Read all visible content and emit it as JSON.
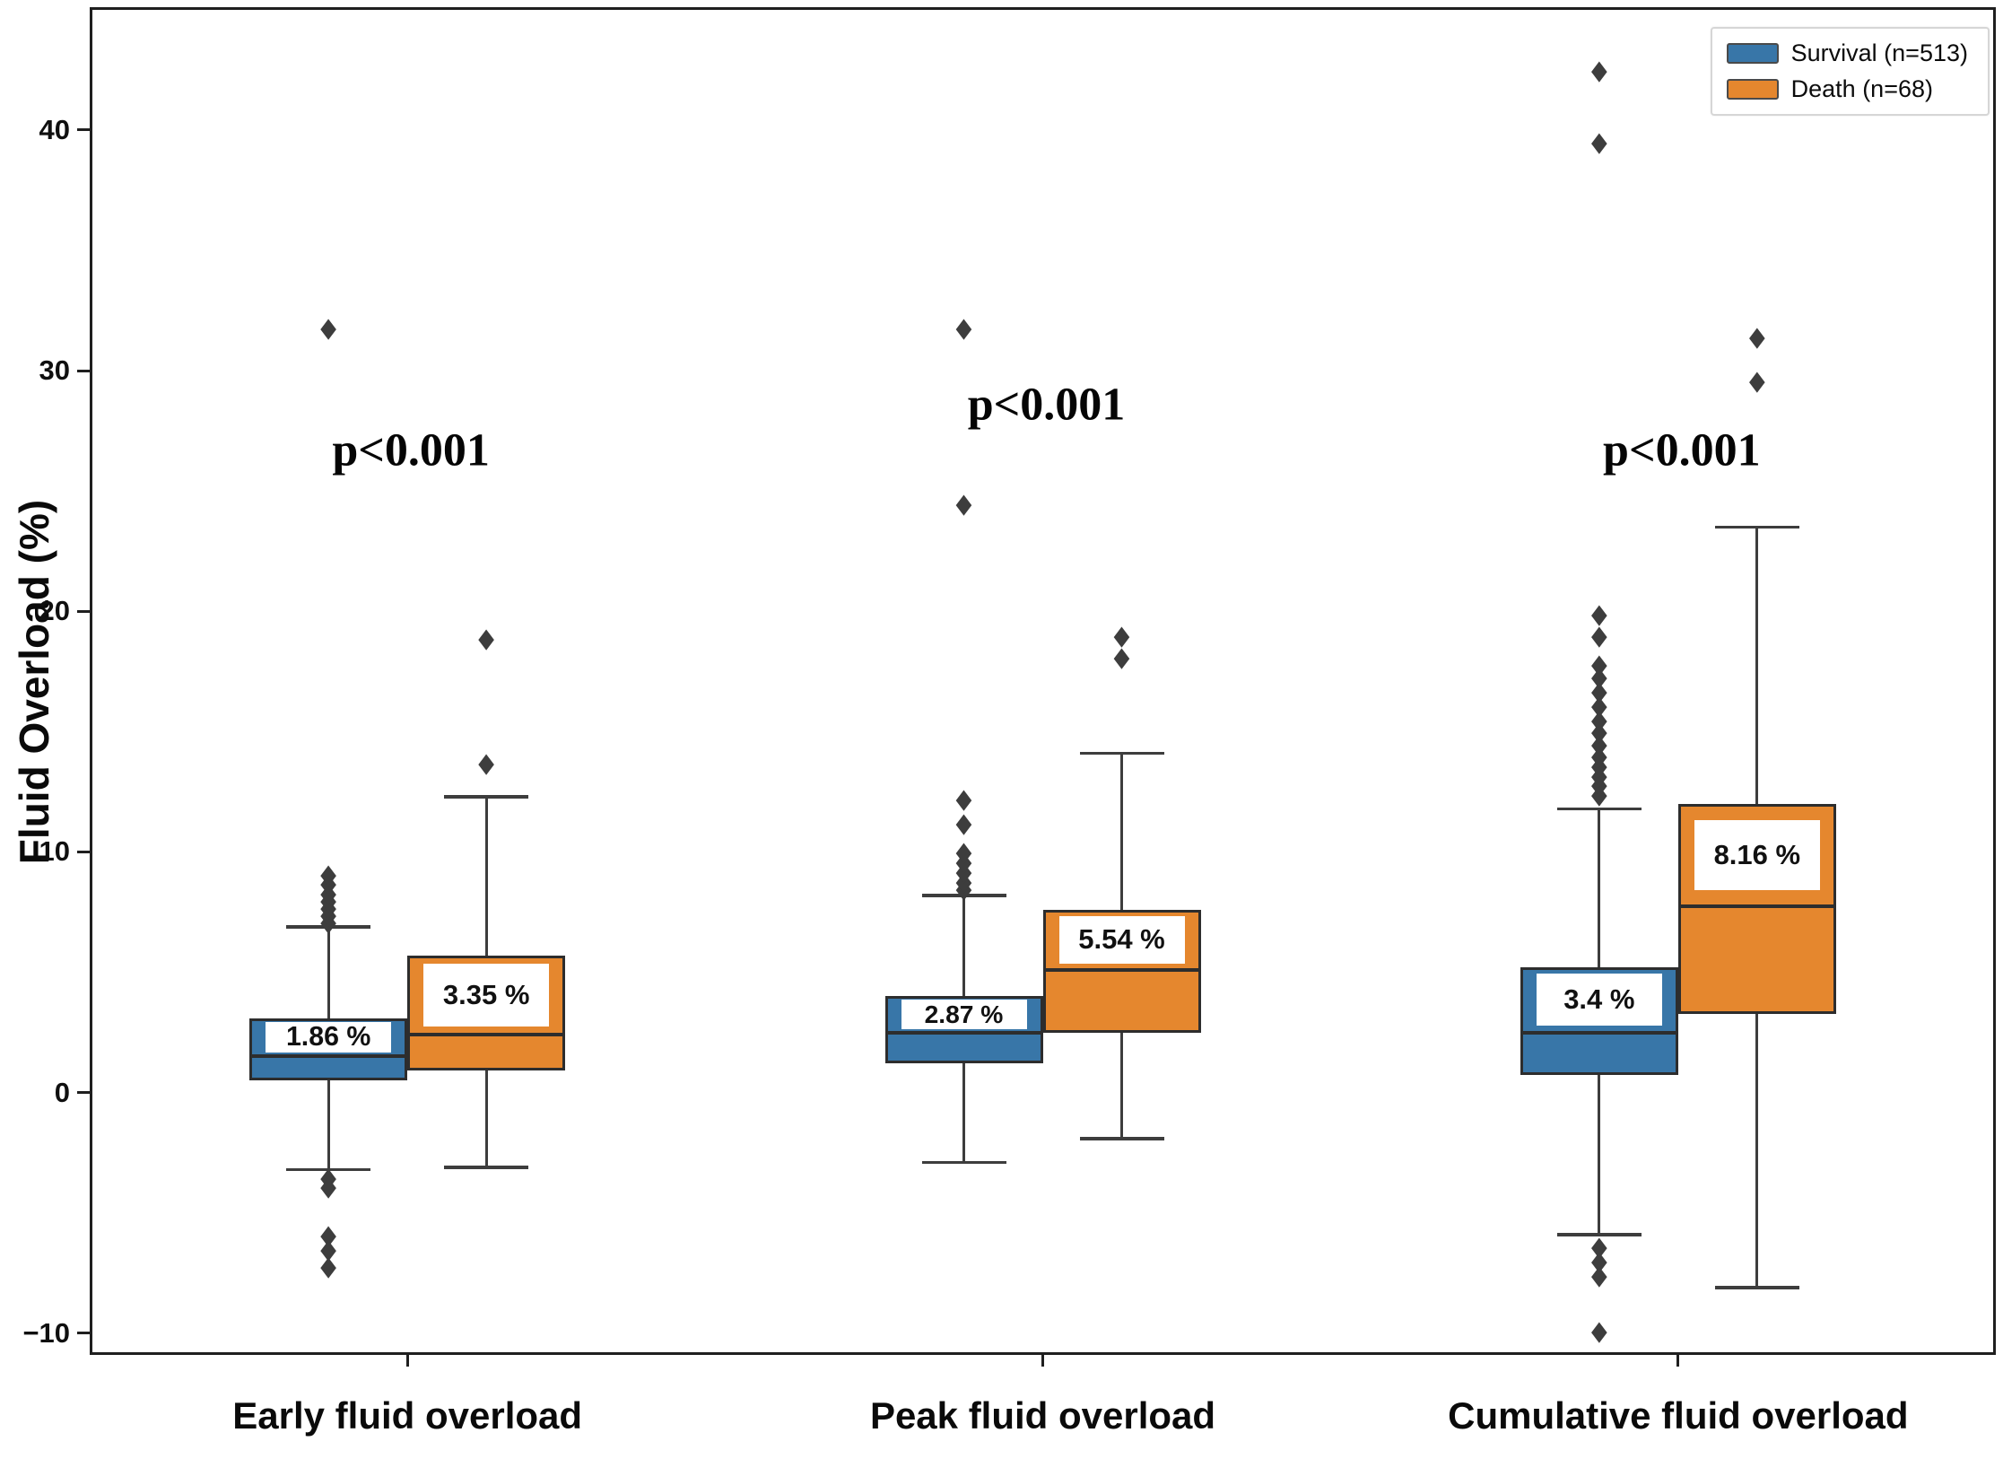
{
  "figure": {
    "icons": {
      "outlier": "◆"
    },
    "colors": {
      "survival": "#3876a8",
      "death": "#e5872e",
      "outlier": "#3d3d3d",
      "box_edge": "#2d2d2d",
      "spine": "#1f1f1f"
    },
    "y_ticks": [
      {
        "label": "40",
        "value": 40
      },
      {
        "label": "30",
        "value": 30
      },
      {
        "label": "20",
        "value": 20
      },
      {
        "label": "10",
        "value": 10
      },
      {
        "label": "0",
        "value": 0
      },
      {
        "label": "−10",
        "value": -10
      }
    ],
    "legend": [
      {
        "series": "survival",
        "label": "Survival (n=513)"
      },
      {
        "series": "death",
        "label": "Death (n=68)"
      }
    ]
  },
  "chart_data": {
    "type": "grouped_boxplot",
    "title": "",
    "ylabel": "Fluid Overload (%)",
    "xlabel": "",
    "ylim": [
      -10.9,
      45.1
    ],
    "grid": false,
    "legend_position": "upper right",
    "categories": [
      "Early fluid overload",
      "Peak fluid overload",
      "Cumulative fluid overload"
    ],
    "p_values": [
      "p<0.001",
      "p<0.001",
      "p<0.001"
    ],
    "p_value_y": [
      26.7,
      28.6,
      26.7
    ],
    "series": [
      {
        "name": "Survival (n=513)",
        "color": "#3876a8",
        "boxes": [
          {
            "category": "Early fluid overload",
            "whisker_low": -3.2,
            "q1": 0.5,
            "median": 1.5,
            "q3": 3.1,
            "whisker_high": 6.9,
            "label": "1.86 %",
            "outliers": [
              7.1,
              7.4,
              7.7,
              8.0,
              8.3,
              8.7,
              9.1,
              31.8,
              -3.5,
              -3.9,
              -5.9,
              -6.5,
              -7.2
            ]
          },
          {
            "category": "Peak fluid overload",
            "whisker_low": -2.9,
            "q1": 1.2,
            "median": 2.5,
            "q3": 4.0,
            "whisker_high": 8.2,
            "label": "2.87 %",
            "outliers": [
              8.5,
              8.8,
              9.2,
              9.6,
              10.0,
              11.2,
              12.2,
              24.5,
              31.8
            ]
          },
          {
            "category": "Cumulative fluid overload",
            "whisker_low": -5.9,
            "q1": 0.75,
            "median": 2.5,
            "q3": 5.2,
            "whisker_high": 11.8,
            "label": "3.4 %",
            "outliers": [
              12.4,
              12.8,
              13.2,
              13.6,
              14.0,
              14.5,
              15.0,
              15.5,
              16.1,
              16.7,
              17.3,
              17.8,
              19.0,
              19.9,
              39.5,
              42.5,
              -6.4,
              -7.0,
              -7.6,
              -9.9
            ]
          }
        ]
      },
      {
        "name": "Death (n=68)",
        "color": "#e5872e",
        "boxes": [
          {
            "category": "Early fluid overload",
            "whisker_low": -3.1,
            "q1": 0.9,
            "median": 2.4,
            "q3": 5.7,
            "whisker_high": 12.3,
            "label": "3.35 %",
            "outliers": [
              13.7,
              18.9
            ]
          },
          {
            "category": "Peak fluid overload",
            "whisker_low": -1.9,
            "q1": 2.5,
            "median": 5.1,
            "q3": 7.6,
            "whisker_high": 14.1,
            "label": "5.54 %",
            "outliers": [
              18.1,
              19.0
            ]
          },
          {
            "category": "Cumulative fluid overload",
            "whisker_low": -8.1,
            "q1": 3.25,
            "median": 7.75,
            "q3": 12.0,
            "whisker_high": 23.5,
            "label": "8.16 %",
            "outliers": [
              29.6,
              31.4
            ]
          }
        ]
      }
    ]
  }
}
